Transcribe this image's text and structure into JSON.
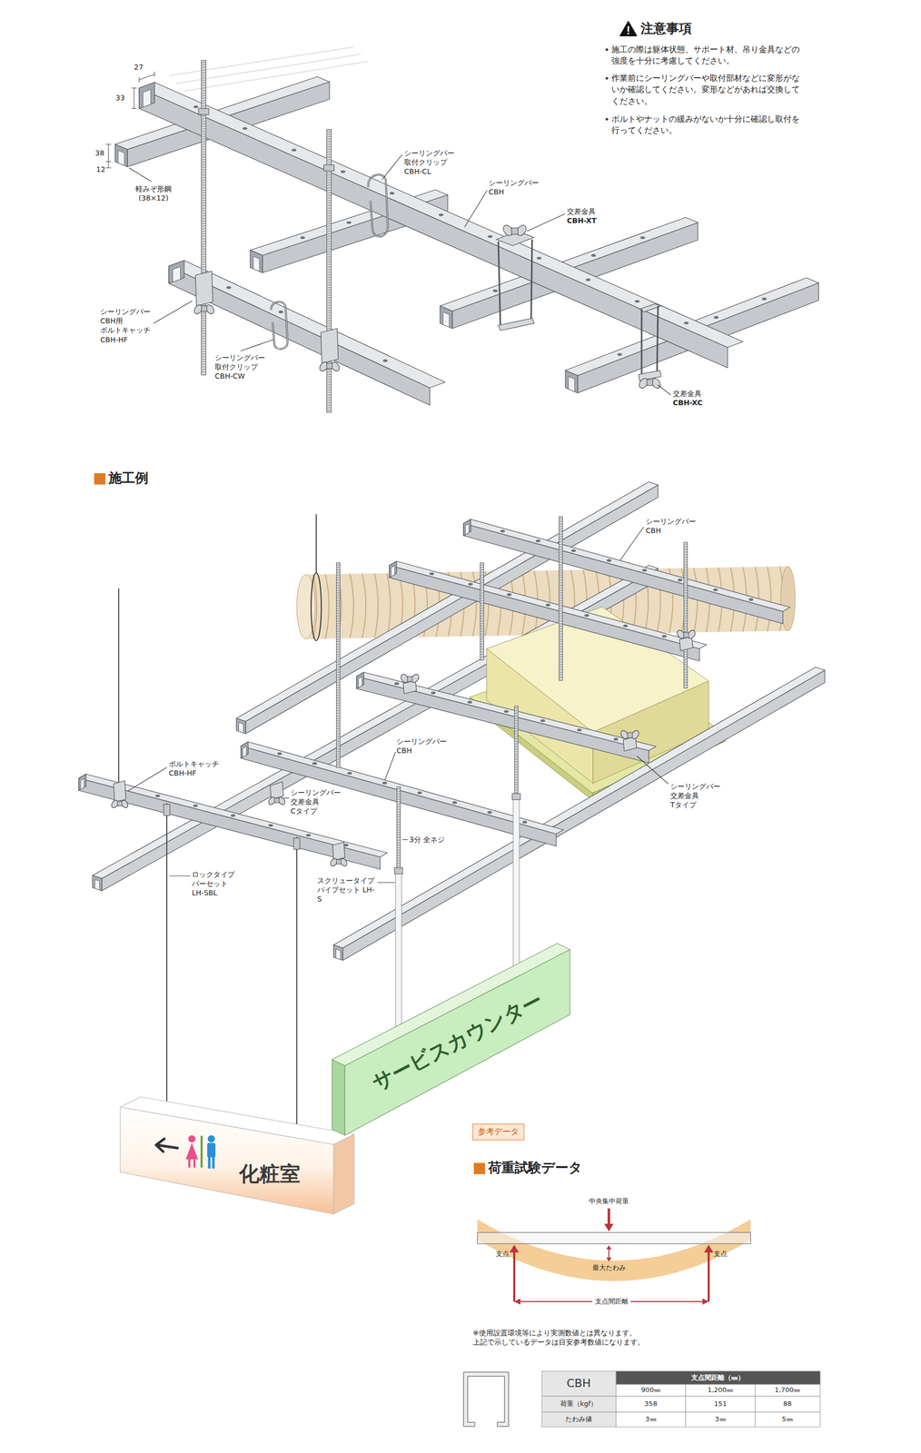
{
  "diagram": {
    "nodes": [
      {
        "text": [
          "化粧室"
        ]
      },
      {
        "text": [
          "サービスカウンター"
        ]
      },
      {
        "text": [
          "参考データ"
        ]
      }
    ],
    "labels": [
      "注意事項",
      "施工の際は躯体状態、サポート材、吊り金具などの強度を十分に考慮してください。",
      "作業前にシーリングバーや取付部材などに変形がないか確認してください。変形などがあれば交換してください。",
      "ボルトやナットの緩みがないか十分に確認し取付を行ってください。",
      "27",
      "33",
      "38",
      "12",
      "軽みぞ形鋼 (38×12)",
      "シーリングバー 取付クリップ CBH-CL",
      "シーリングバー CBH",
      "交差金具",
      "CBH-XT",
      "シーリングバー CBH用 ボルトキャッチ CBH-HF",
      "シーリングバー 取付クリップ CBH-CW",
      "交差金具",
      "CBH-XC",
      "施工例",
      "シーリングバー CBH",
      "ボルトキャッチ CBH-HF",
      "シーリングバー 交差金具 Cタイプ",
      "シーリングバー CBH",
      "3分 全ネジ",
      "ロックタイプ バーセット LH-SBL",
      "スクリュータイプ パイプセット LH-S",
      "シーリングバー 交差金具 Tタイプ",
      "荷重試験データ",
      "中央集中荷重",
      "支点",
      "支点",
      "最大たわみ",
      "支点間距離",
      "※使用設置環境等により実測数値とは異なります。 上記で示しているデータは目安参考数値になります。",
      "CBH",
      "支点間距離（㎜）",
      "900㎜",
      "1,200㎜",
      "1,700㎜",
      "荷重（kgf）",
      "358",
      "151",
      "88",
      "たわみ値",
      "3㎜",
      "3㎜",
      "5㎜"
    ]
  }
}
